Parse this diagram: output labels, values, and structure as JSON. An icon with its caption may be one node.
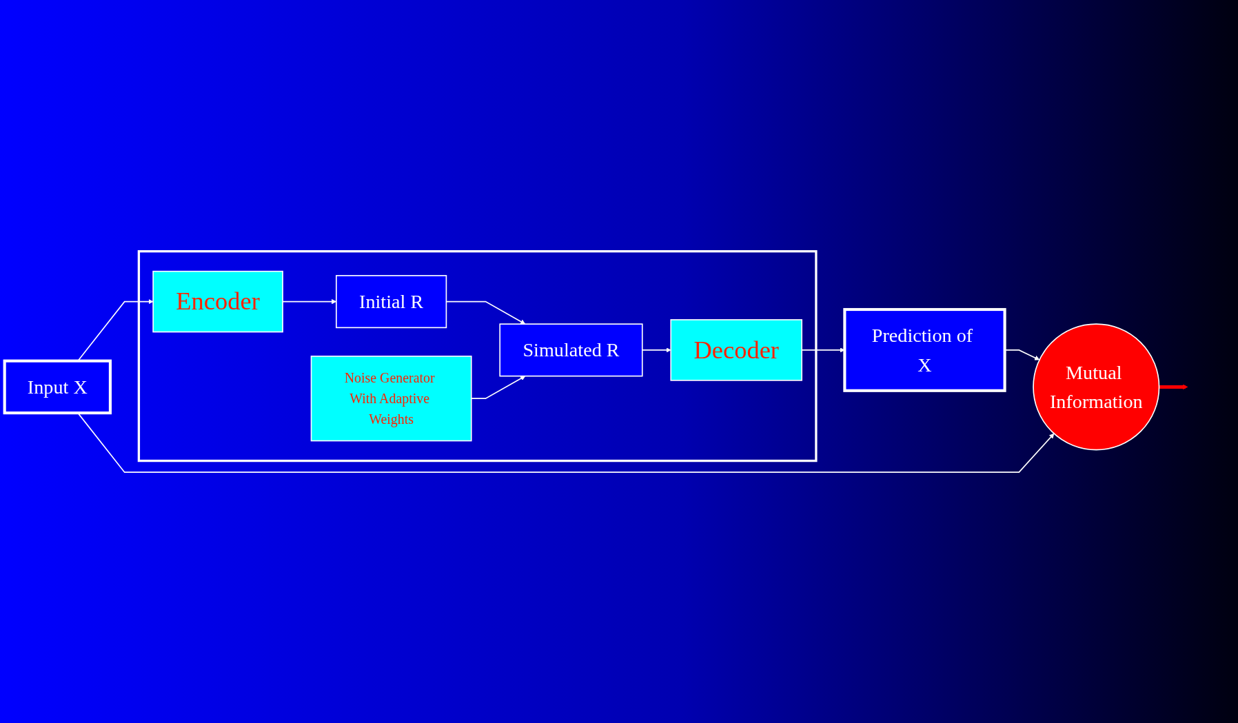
{
  "diagram": {
    "nodes": [
      {
        "text": [],
        "shape": "box"
      },
      {
        "text": [
          "Noise Generator With Adaptive Weights"
        ],
        "in": 0
      },
      {
        "text": [
          "Input X"
        ]
      },
      {
        "text": [
          "Encoder"
        ],
        "in": 0
      },
      {
        "text": [
          "Initial R"
        ],
        "in": 0
      },
      {
        "text": [
          "Simulated R"
        ],
        "in": 0
      },
      {
        "text": [
          "Decoder"
        ],
        "in": 0
      },
      {
        "text": [
          "Mutual Information"
        ]
      },
      {
        "text": [
          "Prediction of X"
        ]
      }
    ],
    "edges": [
      {
        "from": 2,
        "to": 3,
        "arrow": "to"
      },
      {
        "from": 3,
        "to": 4,
        "arrow": "to"
      },
      {
        "from": 4,
        "to": 5,
        "arrow": "to"
      },
      {
        "from": 1,
        "to": 5,
        "arrow": "to"
      },
      {
        "from": 5,
        "to": 6,
        "arrow": "to"
      },
      {
        "from": 6,
        "to": 8,
        "arrow": "to"
      },
      {
        "from": 8,
        "to": 7,
        "arrow": "to"
      },
      {
        "from": 2,
        "to": 7,
        "arrow": "to"
      },
      {
        "from": 7,
        "to": null,
        "arrow": "to",
        "style": "thick",
        "color": "#ff0000"
      }
    ]
  }
}
